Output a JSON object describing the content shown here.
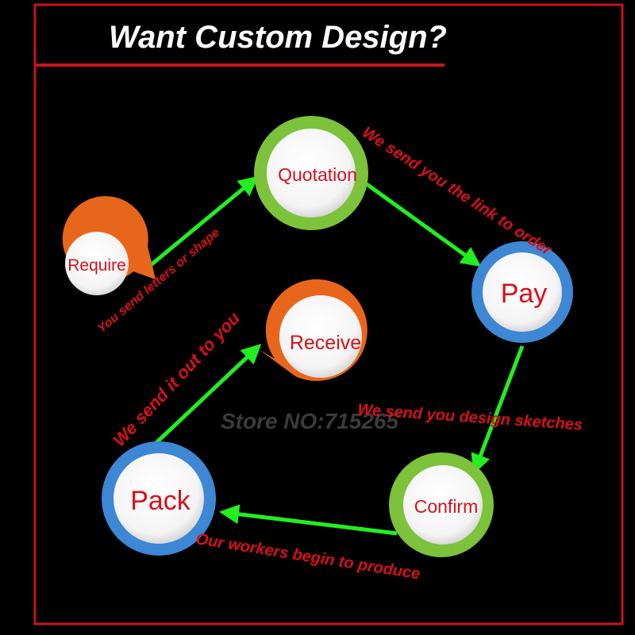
{
  "title": "Want Custom Design?",
  "watermark": "Store NO:715265",
  "colors": {
    "background": "#000000",
    "frame": "#c8141e",
    "title": "#ffffff",
    "arrow": "#22ee22",
    "step_text": "#d8101a",
    "orange_ring": "#e8661c",
    "green_ring": "#7cc23a",
    "blue_ring": "#3d87d4"
  },
  "nodes": {
    "quotation": {
      "label": "Quotation",
      "ring": "green"
    },
    "require": {
      "label": "Require",
      "ring": "orange"
    },
    "pay": {
      "label": "Pay",
      "ring": "blue"
    },
    "receive": {
      "label": "Receive",
      "ring": "orange"
    },
    "pack": {
      "label": "Pack",
      "ring": "blue"
    },
    "confirm": {
      "label": "Confirm",
      "ring": "green"
    }
  },
  "steps": {
    "require_to_quotation": "You send letters or shape",
    "quotation_to_pay": "We send you the link to order",
    "pay_to_confirm": "We send you design sketches",
    "confirm_to_pack": "Our workers begin to produce",
    "pack_to_receive": "We send it out to you"
  }
}
